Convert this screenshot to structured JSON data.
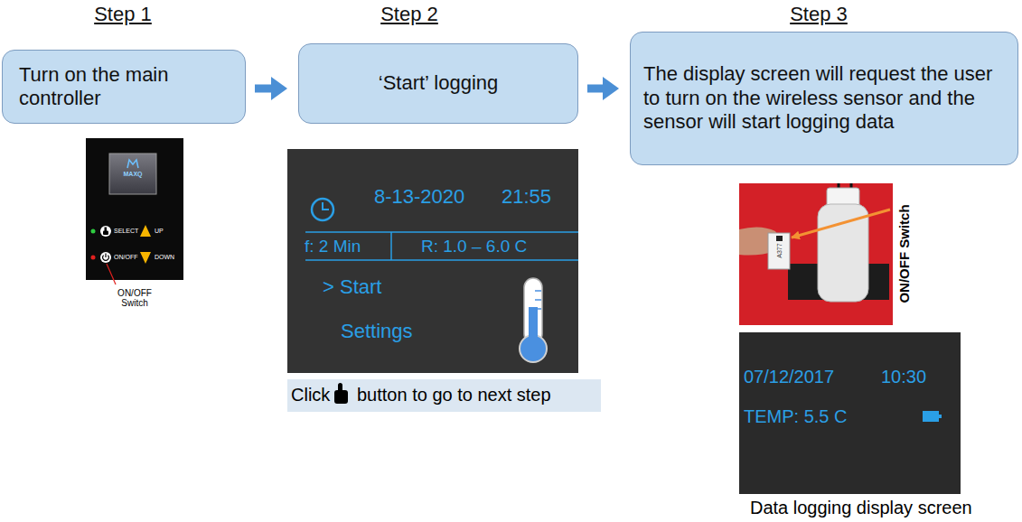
{
  "diagram": {
    "nodes": [
      {
        "text": [
          "Step 1",
          "Turn on the main controller"
        ]
      },
      {
        "text": [
          "Step 2",
          "‘Start’ logging"
        ]
      },
      {
        "text": [
          "Step 3",
          "The display screen will request the user to turn on the wireless sensor and the sensor will start logging data"
        ]
      }
    ],
    "edges": [
      {
        "from": 0,
        "to": 1,
        "arrow": "to"
      },
      {
        "from": 1,
        "to": 2,
        "arrow": "to"
      }
    ],
    "labels": [
      "MAXQ",
      "SELECT",
      "UP",
      "ON/OFF",
      "DOWN",
      "ON/OFF Switch",
      "8-13-2020",
      "21:55",
      "f: 2 Min",
      "R: 1.0 – 6.0 C",
      "> Start",
      "Settings",
      "Click",
      "button to go to next step",
      "A377",
      "ON/OFF Switch",
      "07/12/2017",
      "10:30",
      "TEMP: 5.5 C",
      "Data logging display screen"
    ]
  }
}
